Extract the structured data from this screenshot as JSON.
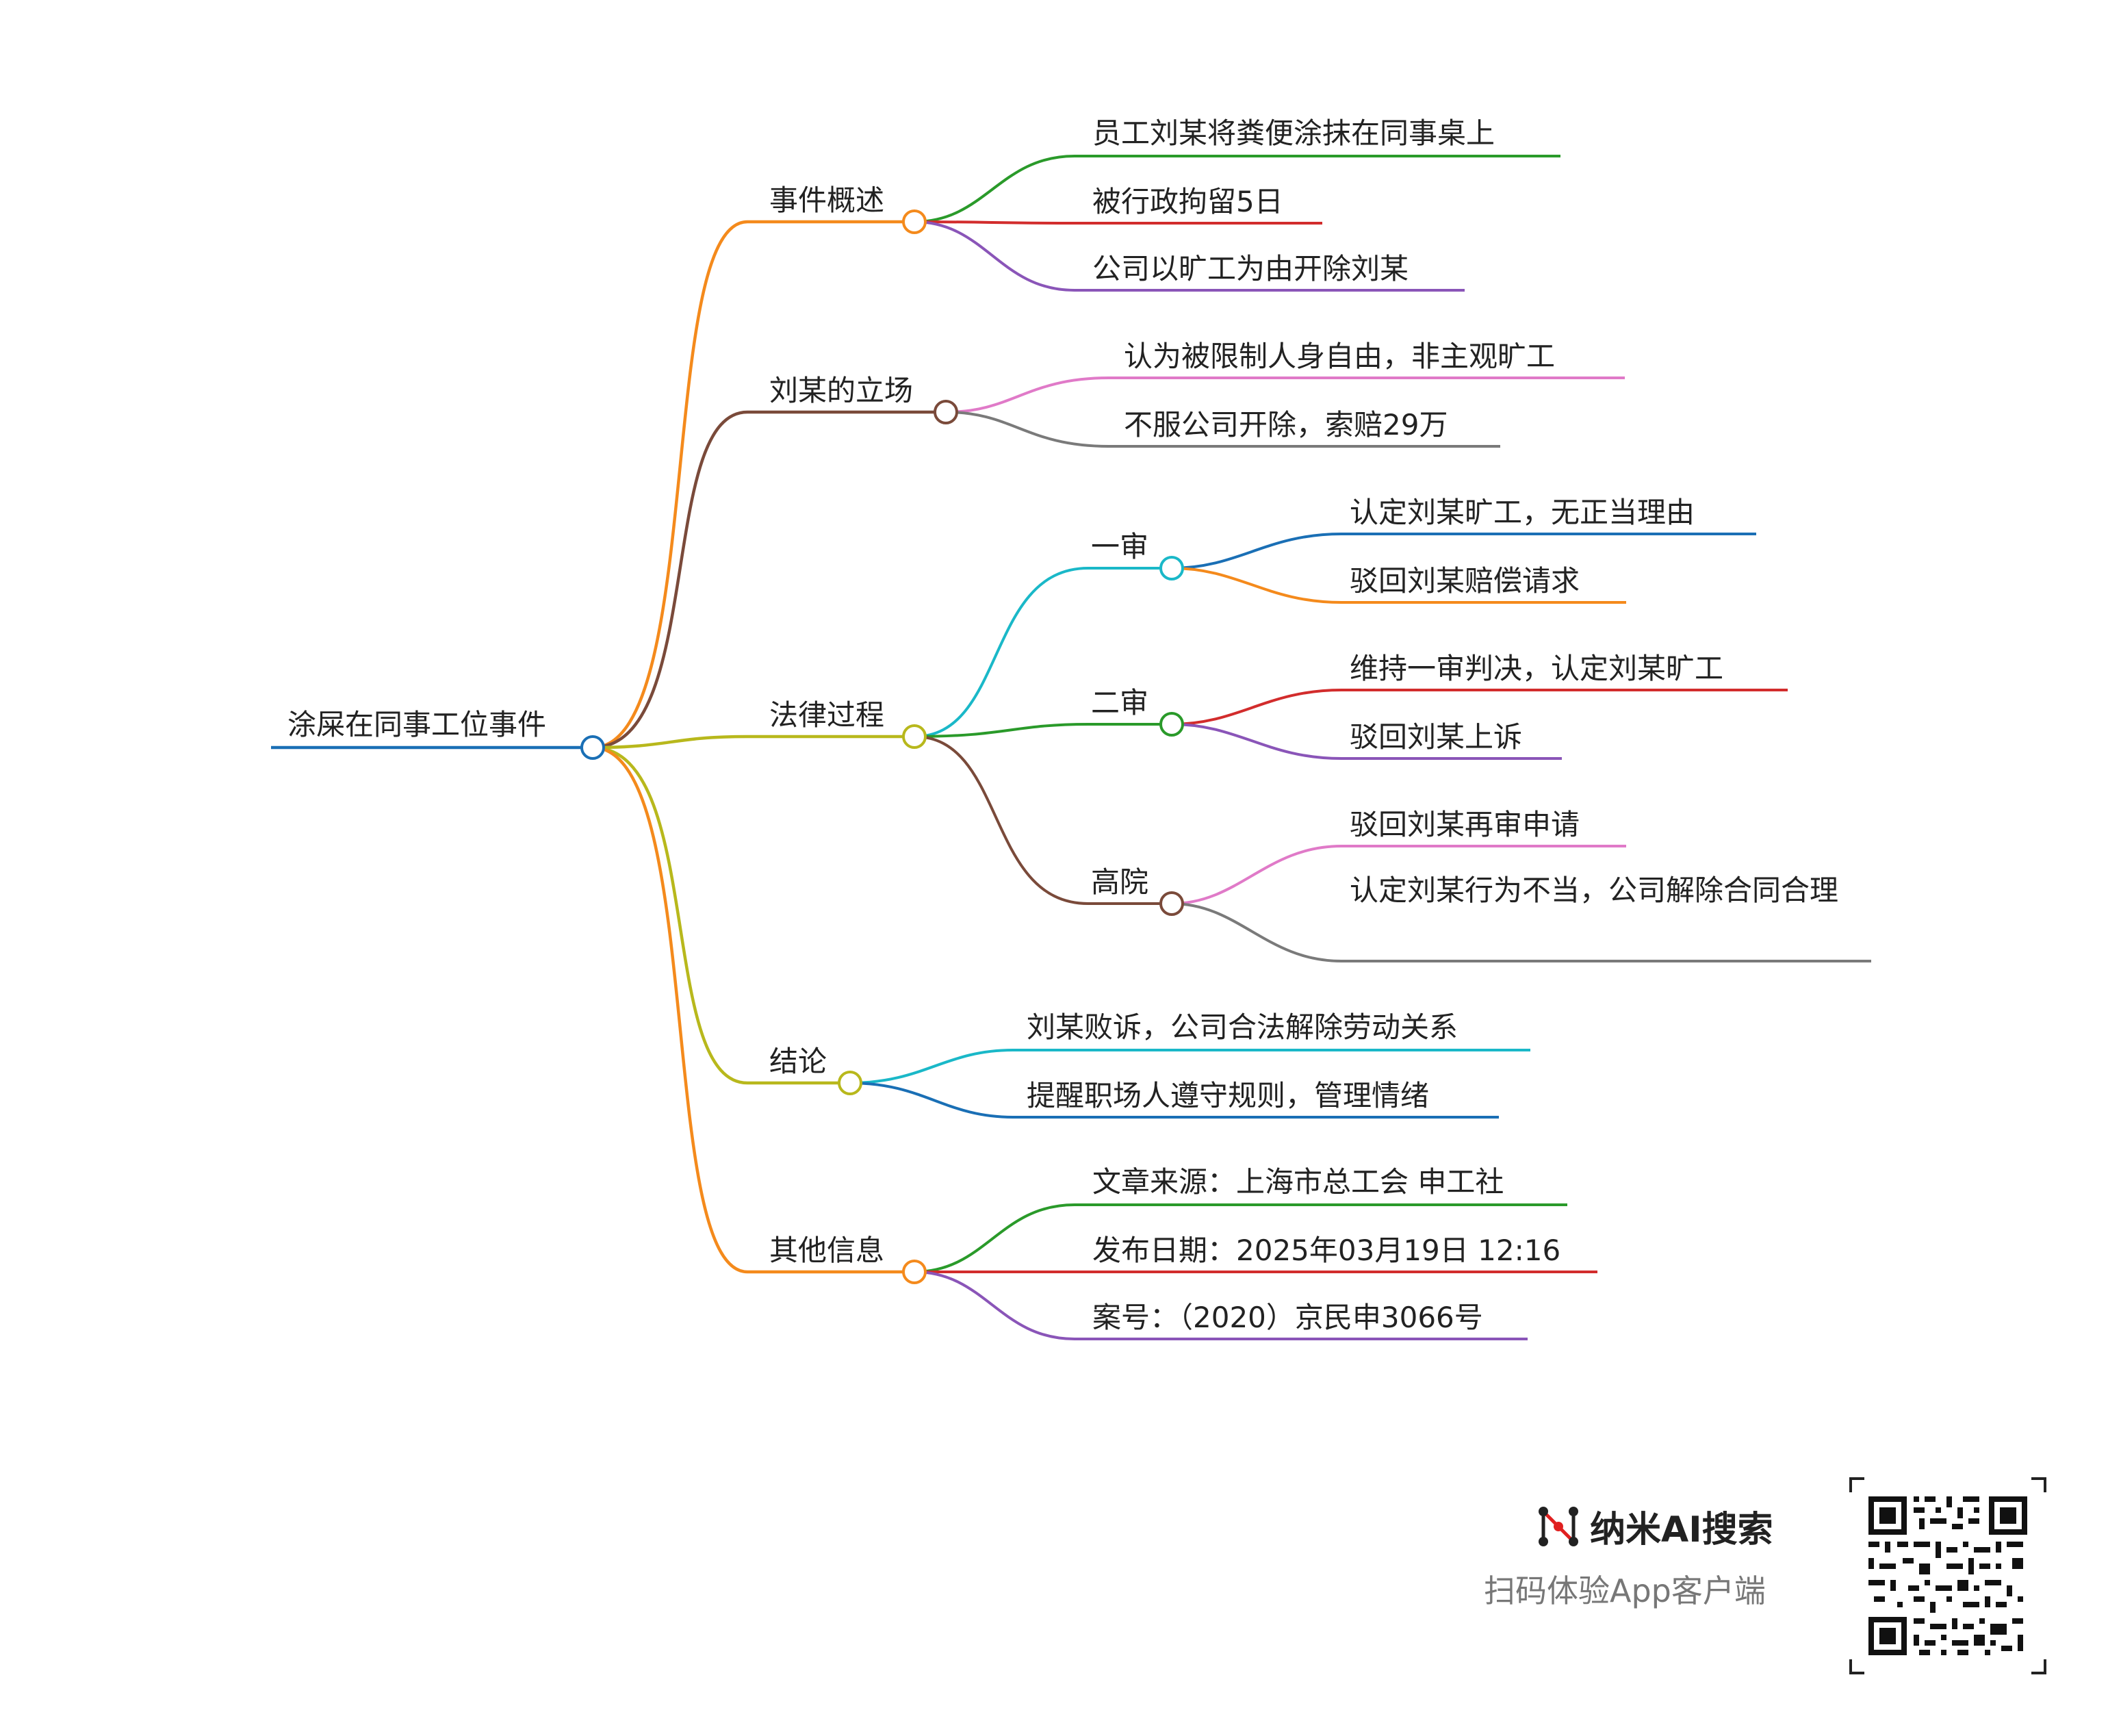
{
  "colors": {
    "root": "#1a6fb5",
    "orange": "#f48a1c",
    "brown": "#7a4a3a",
    "olive": "#b8b81c",
    "green": "#2a9a2a",
    "red": "#d22c2c",
    "purple": "#8a55b8",
    "pink": "#e07ac8",
    "gray": "#7a7a7a",
    "cyan": "#1ab8c8",
    "blue": "#1a6fb5",
    "brand_red": "#e02020"
  },
  "mindmap": {
    "root": "涂屎在同事工位事件",
    "overview": {
      "label": "事件概述",
      "items": [
        "员工刘某将粪便涂抹在同事桌上",
        "被行政拘留5日",
        "公司以旷工为由开除刘某"
      ]
    },
    "stance": {
      "label": "刘某的立场",
      "items": [
        "认为被限制人身自由，非主观旷工",
        "不服公司开除，索赔29万"
      ]
    },
    "legal": {
      "label": "法律过程",
      "first": {
        "label": "一审",
        "items": [
          "认定刘某旷工，无正当理由",
          "驳回刘某赔偿请求"
        ]
      },
      "second": {
        "label": "二审",
        "items": [
          "维持一审判决，认定刘某旷工",
          "驳回刘某上诉"
        ]
      },
      "high": {
        "label": "高院",
        "items": [
          "驳回刘某再审申请",
          "认定刘某行为不当，公司解除合同合理"
        ]
      }
    },
    "conclusion": {
      "label": "结论",
      "items": [
        "刘某败诉，公司合法解除劳动关系",
        "提醒职场人遵守规则，管理情绪"
      ]
    },
    "other": {
      "label": "其他信息",
      "items": [
        "文章来源：上海市总工会 申工社",
        "发布日期：2025年03月19日 12:16",
        "案号：（2020）京民申3066号"
      ]
    }
  },
  "footer": {
    "brand": "纳米AI搜索",
    "tagline": "扫码体验App客户端",
    "logo_icon": "nami-logo-icon",
    "qr_icon": "qr-code-icon"
  }
}
